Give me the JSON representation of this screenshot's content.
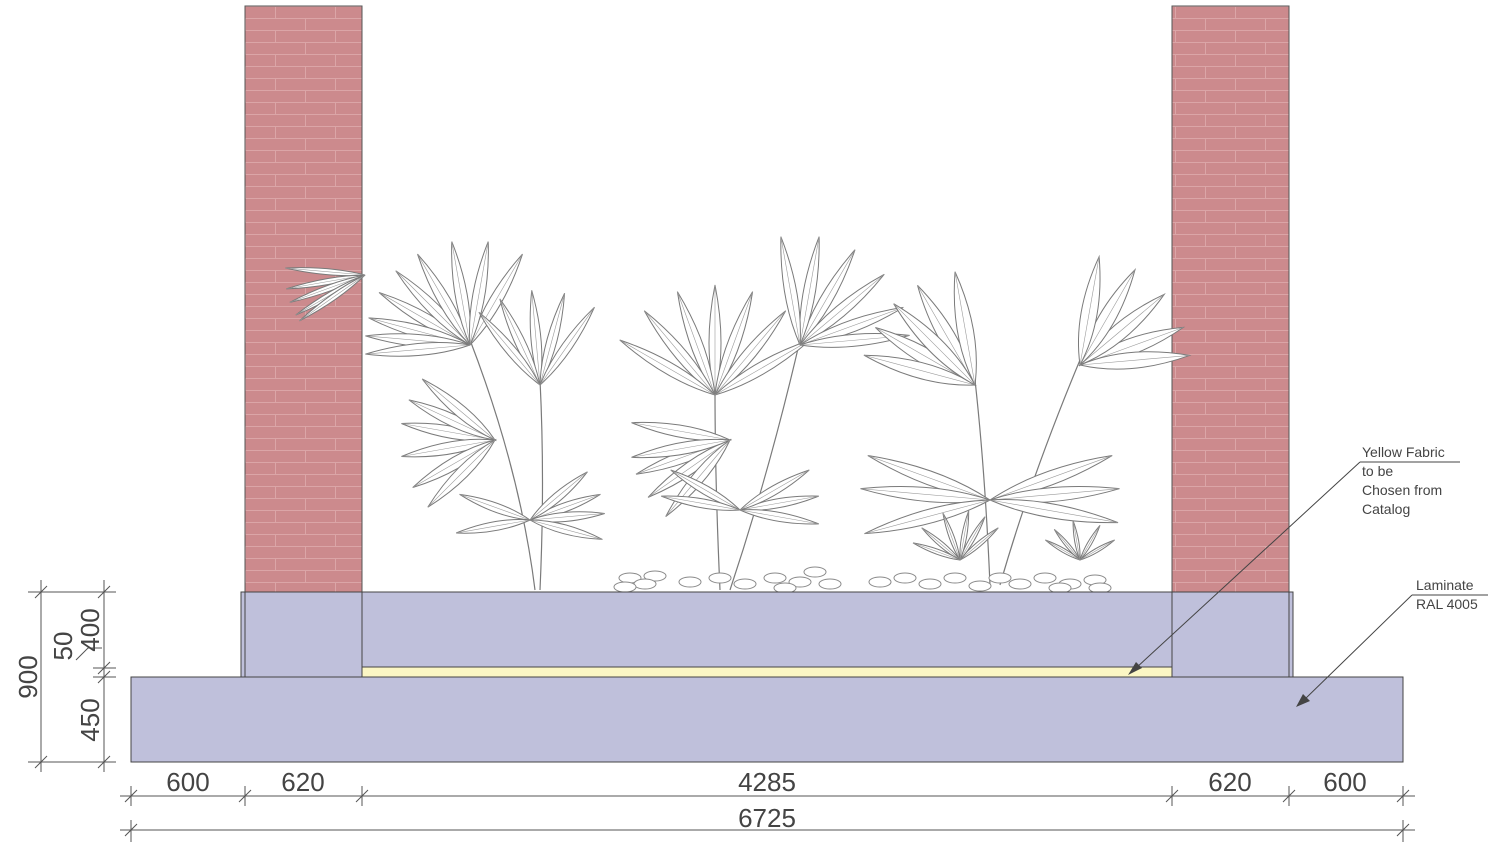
{
  "colors": {
    "brick": "#cc8a8d",
    "brick_mortar": "#dba5a7",
    "laminate": "#bfc0db",
    "fabric": "#fbf6c4",
    "outline": "#444444"
  },
  "dimensions": {
    "bottom": [
      "600",
      "620",
      "4285",
      "620",
      "600"
    ],
    "total": "6725",
    "vertical_overall": "900",
    "vertical_upper": "400",
    "vertical_gap": "50",
    "vertical_base": "450"
  },
  "labels": {
    "fabric_note": [
      "Yellow Fabric",
      "to be",
      "Chosen from",
      "Catalog"
    ],
    "laminate_note": [
      "Laminate",
      "RAL 4005"
    ]
  },
  "icons": {
    "plants": "palm-plant-icon",
    "pebbles": "pebble-icon"
  }
}
